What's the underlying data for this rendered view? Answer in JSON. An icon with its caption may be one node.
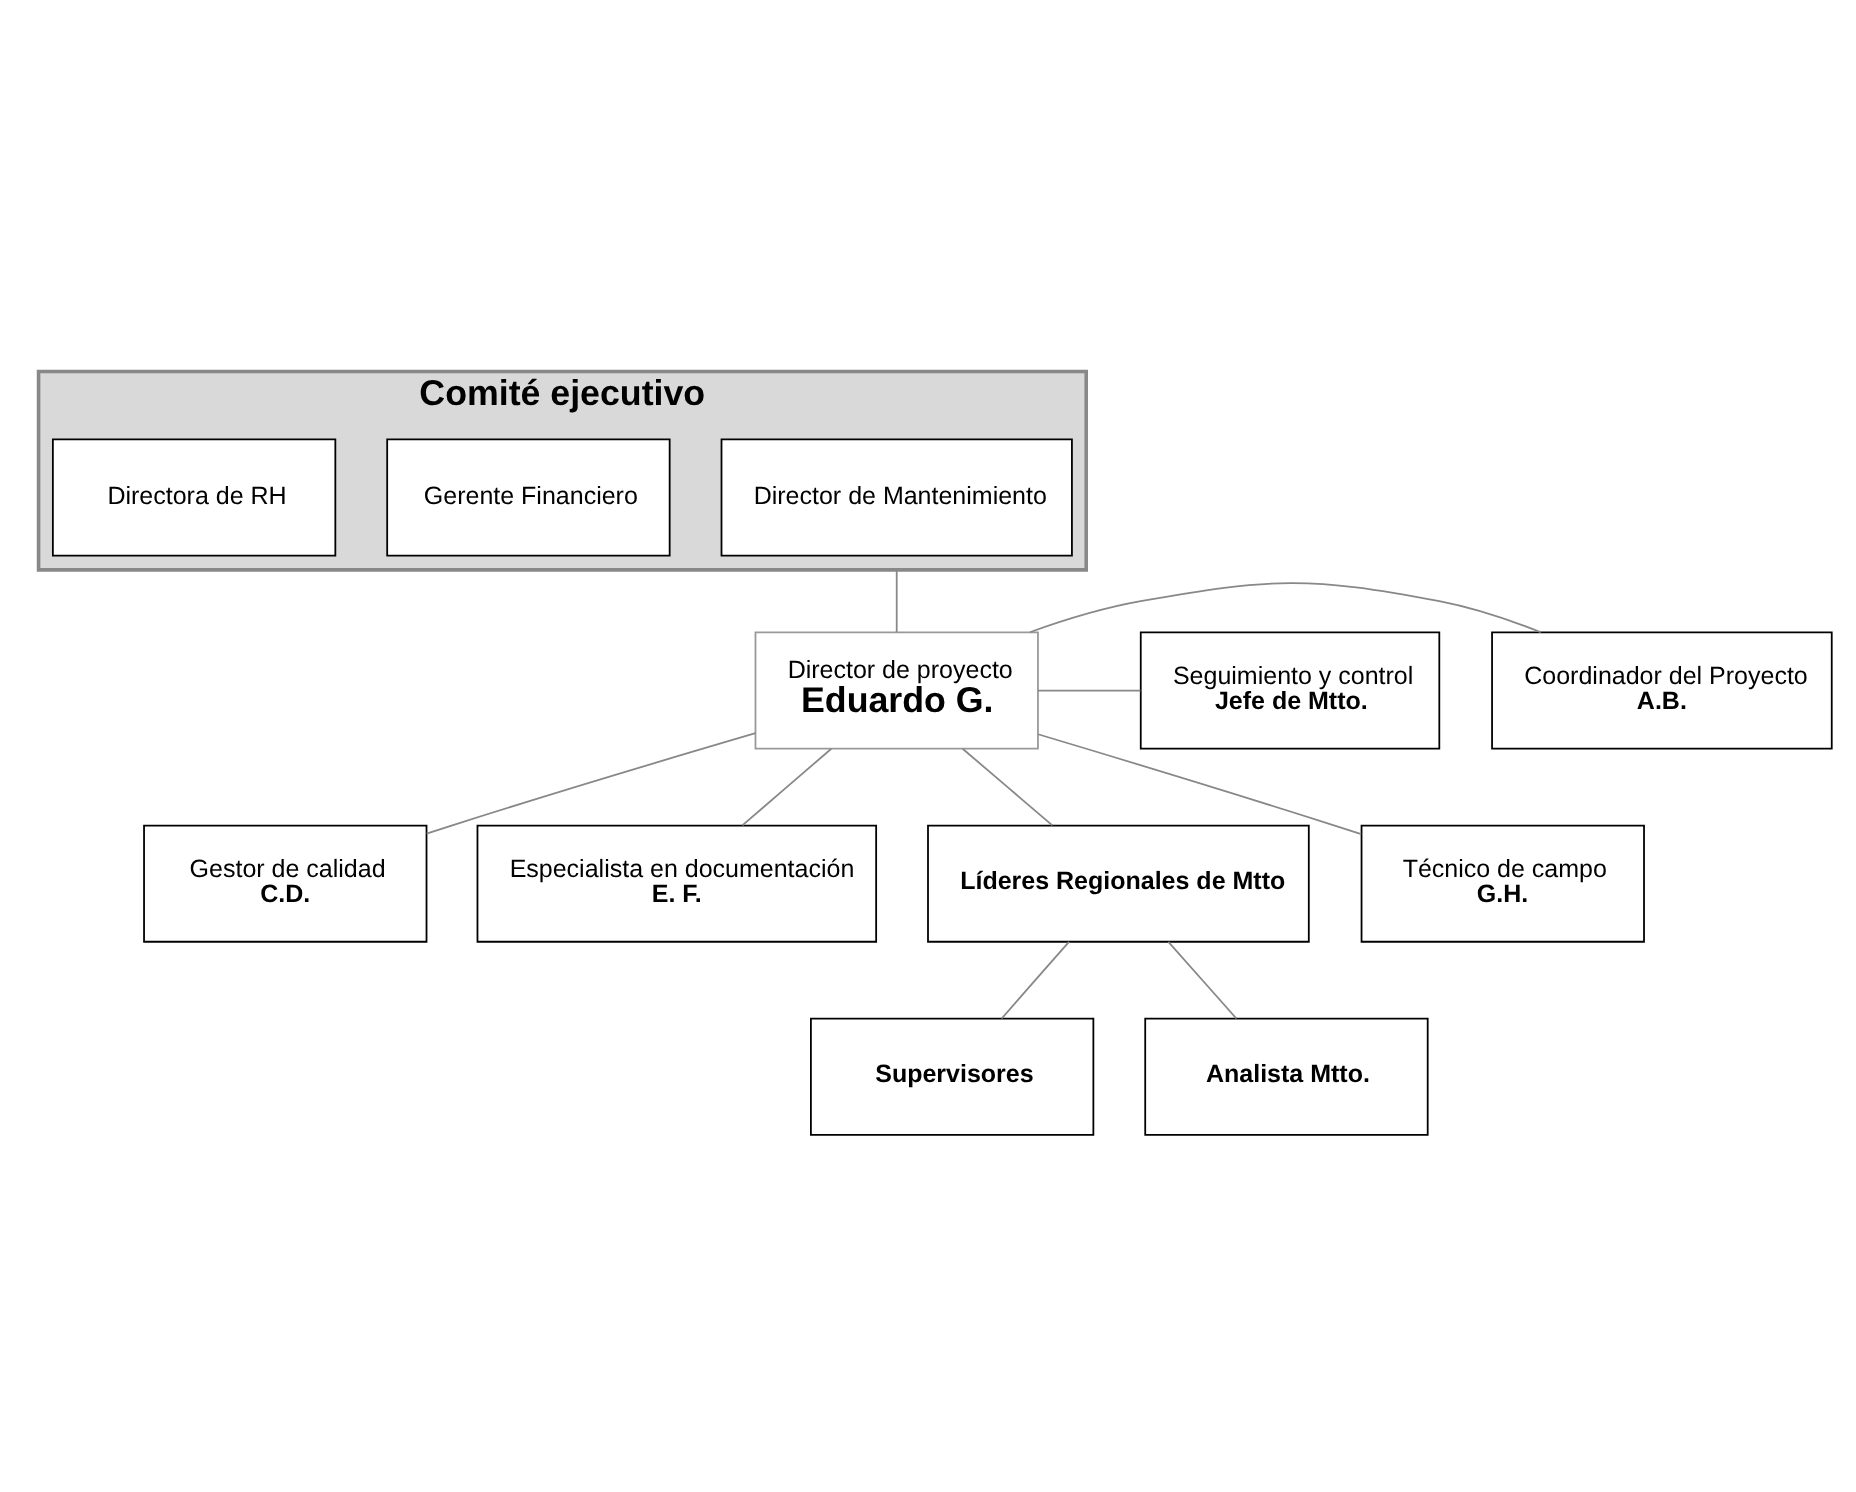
{
  "diagram": {
    "nodes": [
      {
        "text": [
          "Comité ejecutivo"
        ]
      },
      {
        "text": [
          "Director de Mantenimiento"
        ],
        "in": 0
      },
      {
        "text": [
          "Gerente Financiero"
        ],
        "in": 0
      },
      {
        "text": [
          "Directora de RH"
        ],
        "in": 0
      },
      {
        "text": [
          "Director de proyecto",
          "Eduardo G."
        ]
      },
      {
        "text": [
          "Coordinador del Proyecto",
          "A.B."
        ]
      },
      {
        "text": [
          "Seguimiento y control",
          "Jefe de Mtto."
        ]
      },
      {
        "text": [
          "Gestor de calidad",
          "C.D."
        ]
      },
      {
        "text": [
          "Especialista en documentación",
          "E. F."
        ]
      },
      {
        "text": [
          "Líderes Regionales de Mtto"
        ]
      },
      {
        "text": [
          "Técnico de campo",
          "G.H."
        ]
      },
      {
        "text": [
          "Supervisores"
        ]
      },
      {
        "text": [
          "Analista Mtto."
        ]
      }
    ],
    "edges": [
      {
        "from": 0,
        "to": 4,
        "arrow": "none"
      },
      {
        "from": 4,
        "to": 5,
        "arrow": "none"
      },
      {
        "from": 4,
        "to": 6,
        "arrow": "none"
      },
      {
        "from": 4,
        "to": 7,
        "arrow": "none"
      },
      {
        "from": 4,
        "to": 8,
        "arrow": "none"
      },
      {
        "from": 4,
        "to": 9,
        "arrow": "none"
      },
      {
        "from": 4,
        "to": 10,
        "arrow": "none"
      },
      {
        "from": 9,
        "to": 11,
        "arrow": "none"
      },
      {
        "from": 9,
        "to": 12,
        "arrow": "none"
      }
    ]
  }
}
